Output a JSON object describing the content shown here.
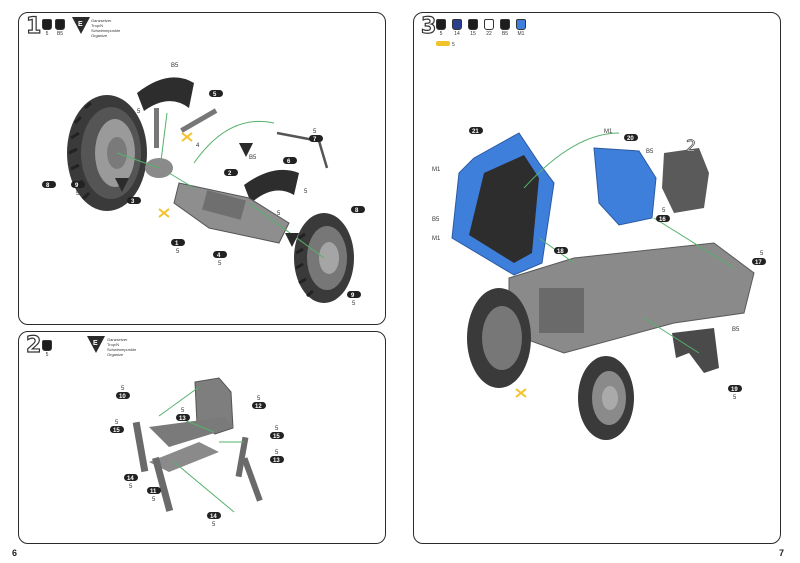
{
  "pages": {
    "left": "6",
    "right": "7"
  },
  "step1": {
    "number": "1",
    "paints": [
      "5",
      "B5"
    ],
    "glue": [
      "Ganzsetzer",
      "Trop/N",
      "Schwimmpunkte",
      "Organize"
    ],
    "parts": [
      "B5",
      "5",
      "5",
      "4",
      "5",
      "7",
      "B5",
      "6",
      "2",
      "5",
      "3",
      "8",
      "9",
      "5",
      "1",
      "5",
      "4",
      "5",
      "5",
      "8",
      "9",
      "5"
    ]
  },
  "step2": {
    "number": "2",
    "paints": [
      "5"
    ],
    "glue": [
      "Ganzsetzer",
      "Trop/N",
      "Schwimmpunkte",
      "Organize"
    ],
    "parts": [
      "5",
      "10",
      "5",
      "13",
      "5",
      "12",
      "5",
      "15",
      "5",
      "15",
      "5",
      "13",
      "14",
      "5",
      "11",
      "5",
      "14",
      "5"
    ]
  },
  "step3": {
    "number": "3",
    "paints": [
      "5",
      "14",
      "15",
      "22",
      "B5",
      "M1"
    ],
    "brush_label": "5",
    "parts": [
      "21",
      "M1",
      "20",
      "B5",
      "M1",
      "B5",
      "M1",
      "2",
      "16",
      "5",
      "18",
      "5",
      "17",
      "B5",
      "19",
      "5"
    ]
  },
  "colors": {
    "blue": "#3f7fdc",
    "dark": "#3a3a3a",
    "grey": "#8e8e8e",
    "green": "#55b16a",
    "yellow": "#f2c22c"
  }
}
